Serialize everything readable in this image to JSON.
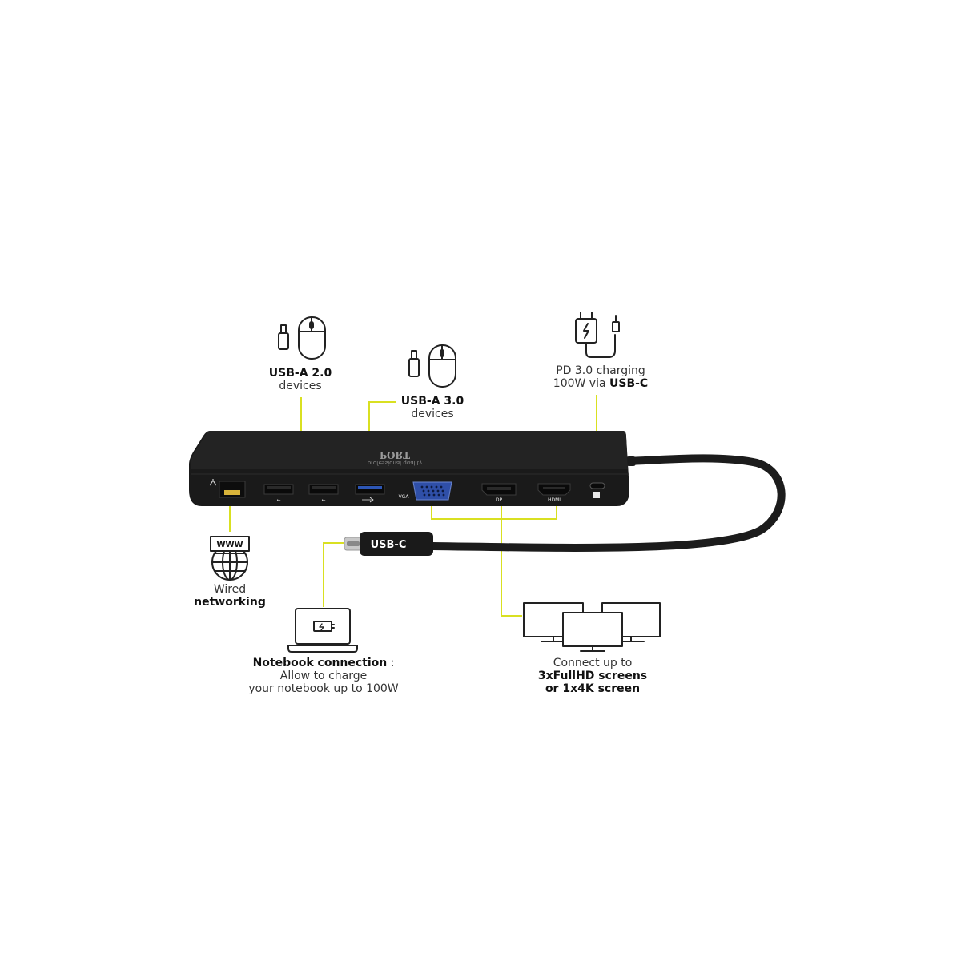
{
  "colors": {
    "connector_line": "#d9e021",
    "hub_body": "#1a1a1a",
    "icon_stroke": "#222222"
  },
  "product": {
    "brand_logo_text": "PORT",
    "brand_subtext": "professional quality"
  },
  "ports": {
    "usb_a20_symbol": "⭠",
    "vga": "VGA",
    "dp": "DP",
    "hdmi": "HDMI"
  },
  "cable": {
    "connector_label": "USB-C"
  },
  "callouts": {
    "usb_a20": {
      "bold": "USB-A 2.0",
      "normal": "devices",
      "icons": [
        "usb-stick-icon",
        "mouse-icon"
      ]
    },
    "usb_a30": {
      "bold": "USB-A 3.0",
      "normal": "devices",
      "icons": [
        "usb-stick-icon",
        "mouse-icon"
      ]
    },
    "pd_charging": {
      "line1": "PD 3.0 charging",
      "line2_prefix": "100W via ",
      "line2_bold": "USB-C",
      "icons": [
        "charger-icon",
        "cable-plug-icon"
      ]
    },
    "wired": {
      "normal": "Wired",
      "bold": "networking",
      "www": "WWW",
      "icons": [
        "globe-icon"
      ]
    },
    "notebook": {
      "bold": "Notebook connection",
      "suffix": " :",
      "line2": "Allow to  charge",
      "line3": "your notebook up to 100W",
      "icons": [
        "laptop-battery-icon"
      ]
    },
    "screens": {
      "line1": "Connect up to",
      "line2": "3xFullHD screens",
      "line3": "or 1x4K  screen",
      "icons": [
        "monitor-icon",
        "monitor-icon",
        "monitor-icon"
      ]
    }
  }
}
